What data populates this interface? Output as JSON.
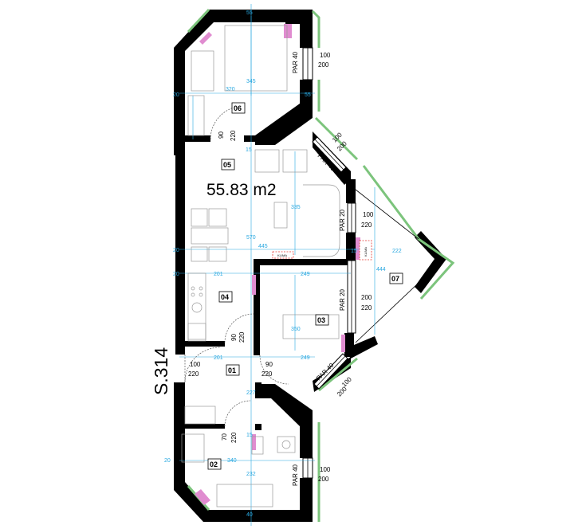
{
  "plan": {
    "area_label": "55.83 m2",
    "staircase_label": "S.314",
    "rooms": [
      "06",
      "05",
      "04",
      "03",
      "07",
      "01",
      "02"
    ],
    "doors": [
      {
        "w": "90",
        "h": "220"
      },
      {
        "w": "90",
        "h": "220"
      },
      {
        "w": "90",
        "h": "220"
      },
      {
        "w": "70",
        "h": "220"
      },
      {
        "w": "100",
        "h": "220"
      }
    ],
    "windows": [
      {
        "par": "PAR 40",
        "w": "100",
        "h": "200"
      },
      {
        "par": "PAR 40",
        "w": "100",
        "h": "200"
      },
      {
        "par": "PAR 20",
        "w": "100",
        "h": "220"
      },
      {
        "par": "PAR 20",
        "w": "200",
        "h": "220"
      },
      {
        "par": "PAR 40",
        "w": "100",
        "h": "200"
      },
      {
        "par": "PAR 40",
        "w": "100",
        "h": "200"
      }
    ],
    "klima": "KLIMA",
    "dims": {
      "top_55": "55",
      "d345": "345",
      "d20a": "20",
      "d320": "320",
      "d55b": "55",
      "d15a": "15",
      "d335": "335",
      "d570": "570",
      "d20b": "20",
      "d445": "445",
      "d222": "222",
      "d15b": "15",
      "d444": "444",
      "d20c": "20",
      "d201": "201",
      "d249a": "249",
      "d350": "350",
      "d201b": "201",
      "d249b": "249",
      "d227": "227",
      "d15c": "15",
      "d20d": "20",
      "d340": "340",
      "d232": "232",
      "d40": "40"
    }
  }
}
